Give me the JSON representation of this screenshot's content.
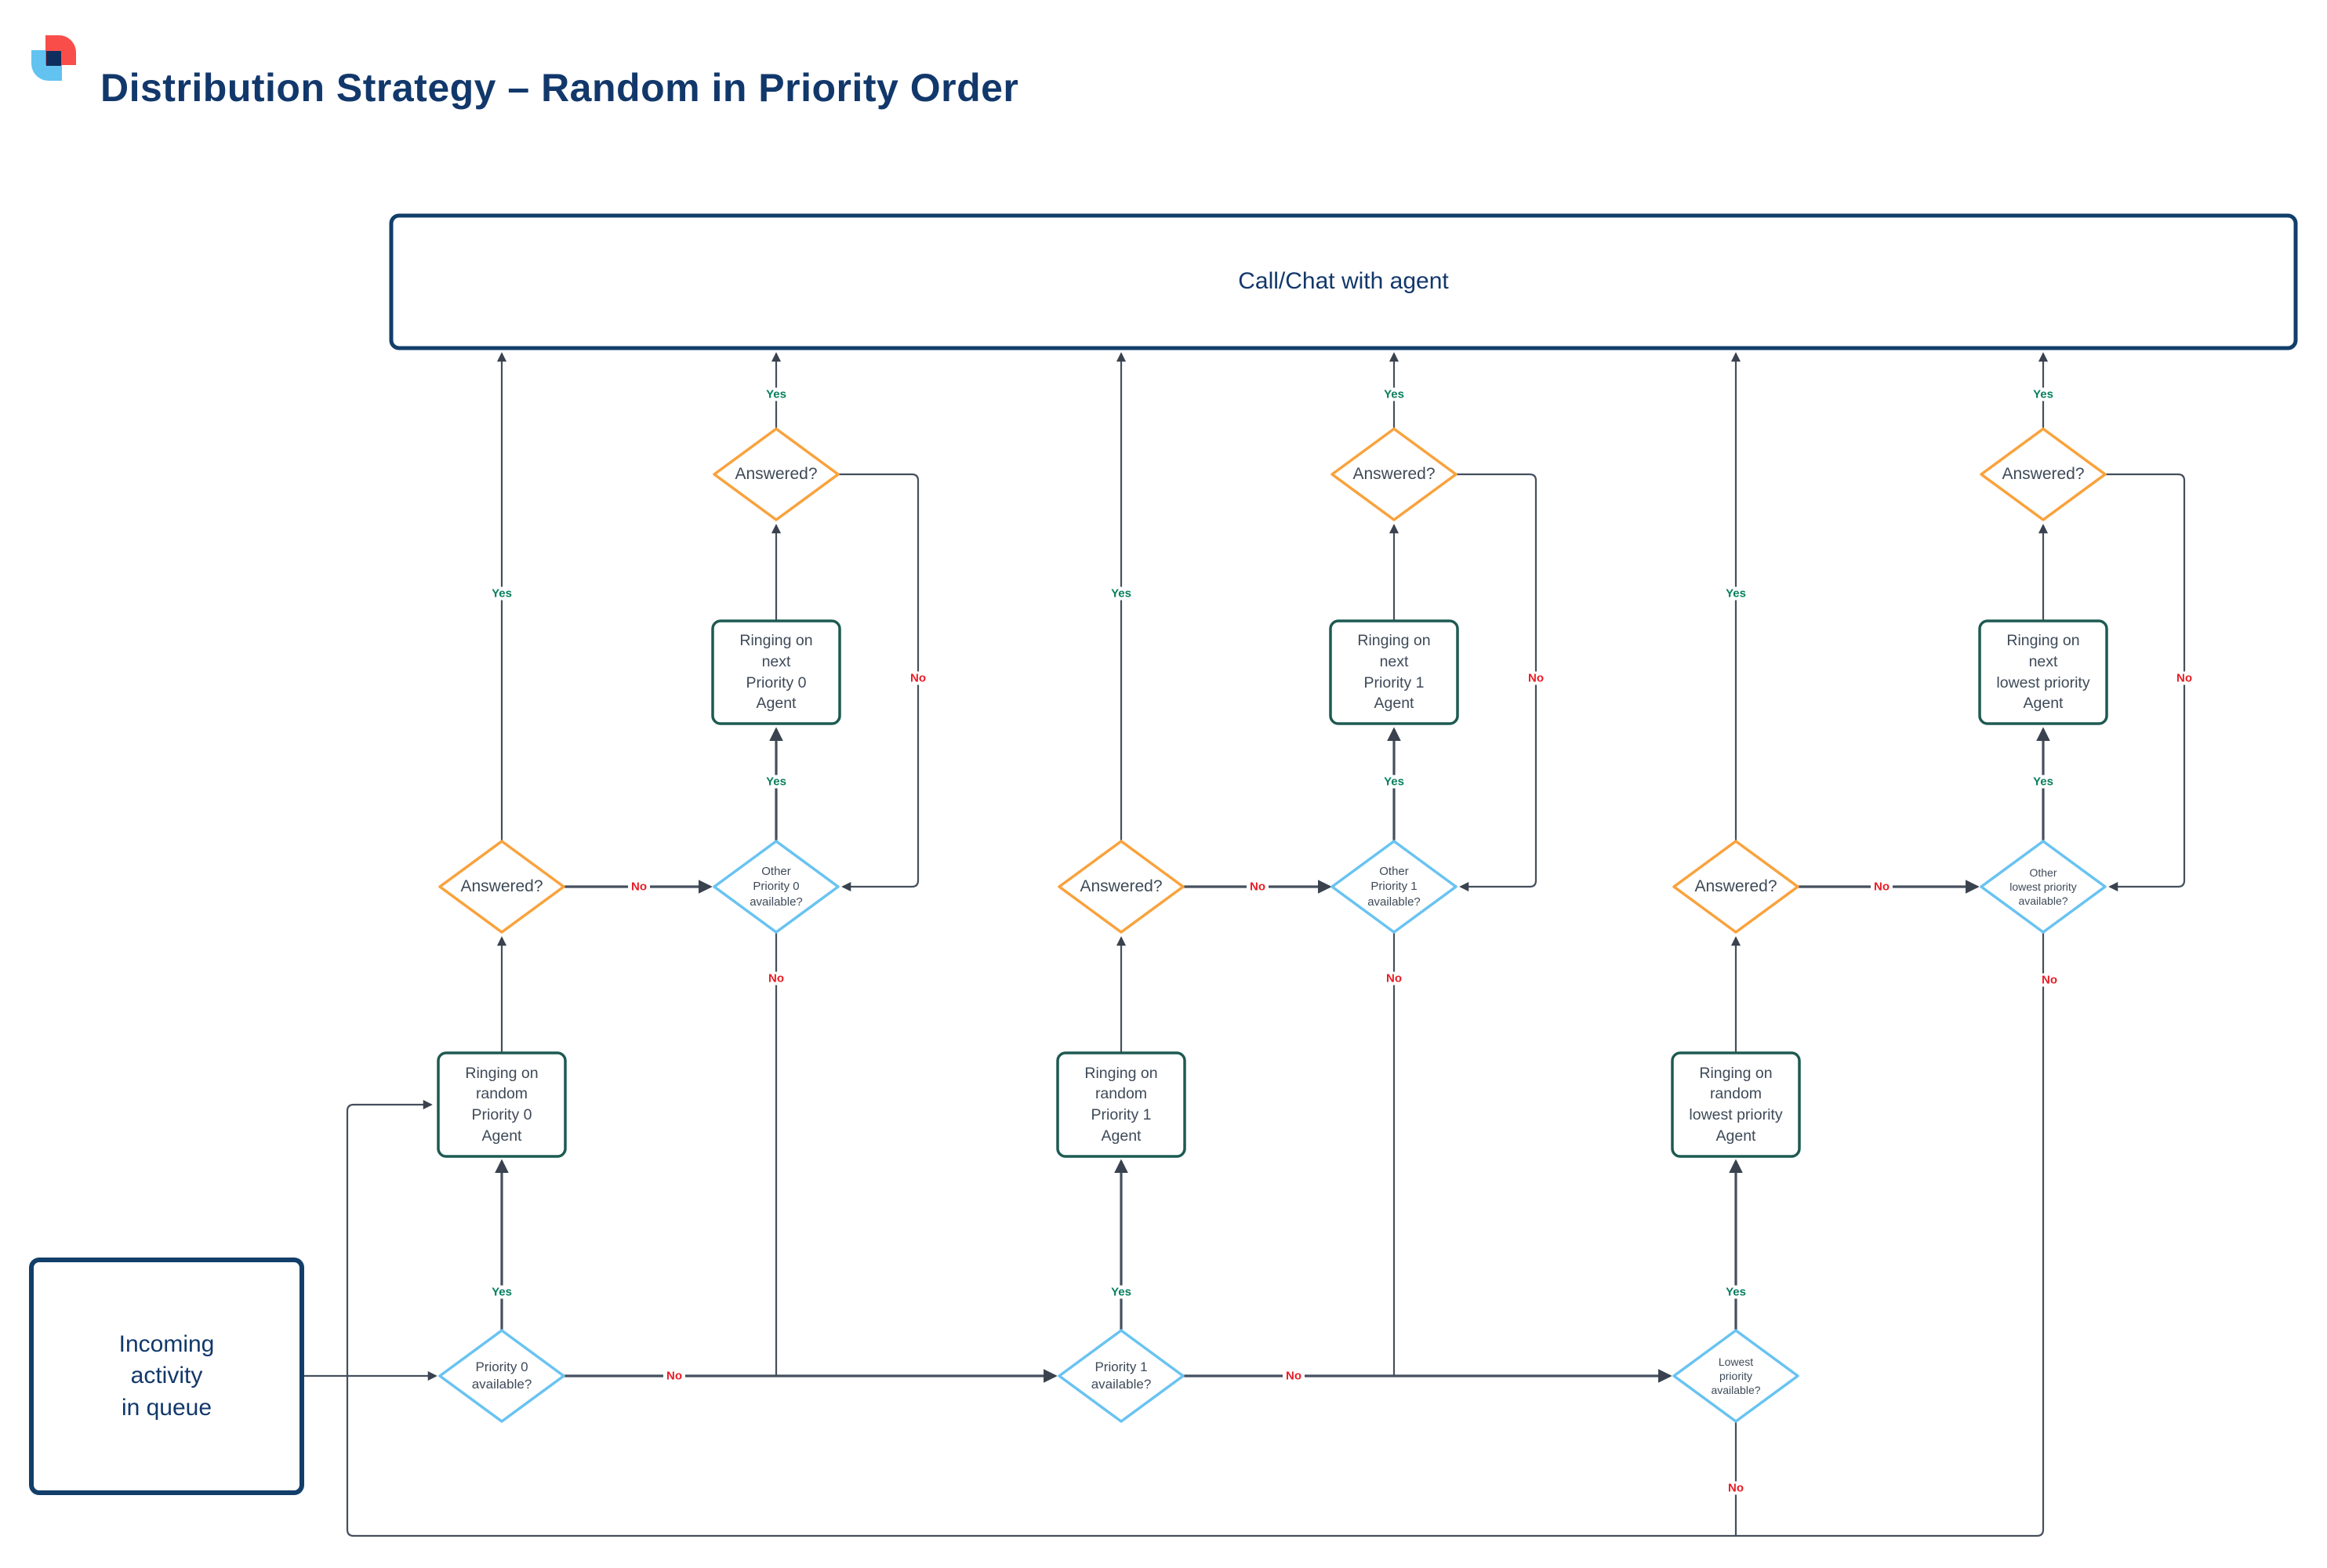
{
  "title": "Distribution Strategy – Random in Priority Order",
  "labels": {
    "yes": "Yes",
    "no": "No"
  },
  "top_box": {
    "label": "Call/Chat with agent"
  },
  "start_box": {
    "lines": [
      "Incoming",
      "activity",
      "in queue"
    ]
  },
  "columns": [
    {
      "name": "priority-0",
      "availability": {
        "lines": [
          "Priority 0",
          "available?"
        ]
      },
      "ring_random": {
        "lines": [
          "Ringing on",
          "random",
          "Priority 0",
          "Agent"
        ]
      },
      "answered_main": {
        "label": "Answered?"
      },
      "other": {
        "lines": [
          "Other",
          "Priority 0",
          "available?"
        ]
      },
      "ring_next": {
        "lines": [
          "Ringing on",
          "next",
          "Priority 0",
          "Agent"
        ]
      },
      "answered_top": {
        "label": "Answered?"
      }
    },
    {
      "name": "priority-1",
      "availability": {
        "lines": [
          "Priority 1",
          "available?"
        ]
      },
      "ring_random": {
        "lines": [
          "Ringing on",
          "random",
          "Priority 1",
          "Agent"
        ]
      },
      "answered_main": {
        "label": "Answered?"
      },
      "other": {
        "lines": [
          "Other",
          "Priority 1",
          "available?"
        ]
      },
      "ring_next": {
        "lines": [
          "Ringing on",
          "next",
          "Priority 1",
          "Agent"
        ]
      },
      "answered_top": {
        "label": "Answered?"
      }
    },
    {
      "name": "lowest-priority",
      "availability": {
        "lines": [
          "Lowest",
          "priority",
          "available?"
        ]
      },
      "ring_random": {
        "lines": [
          "Ringing on",
          "random",
          "lowest priority",
          "Agent"
        ]
      },
      "answered_main": {
        "label": "Answered?"
      },
      "other": {
        "lines": [
          "Other",
          "lowest priority",
          "available?"
        ]
      },
      "ring_next": {
        "lines": [
          "Ringing on",
          "next",
          "lowest priority",
          "Agent"
        ]
      },
      "answered_top": {
        "label": "Answered?"
      }
    }
  ],
  "colors": {
    "navy": "#123e6a",
    "navy-text": "#12386b",
    "orange": "#f9a23c",
    "blue": "#69c3f1",
    "teal": "#1d5a52",
    "green": "#077f5c",
    "red": "#e81c25",
    "line": "#454f5d",
    "shape-text": "#3e4a58",
    "logo-red": "#f94d49",
    "logo-blue": "#62c3f0",
    "logo-navy": "#0e2f5d"
  }
}
